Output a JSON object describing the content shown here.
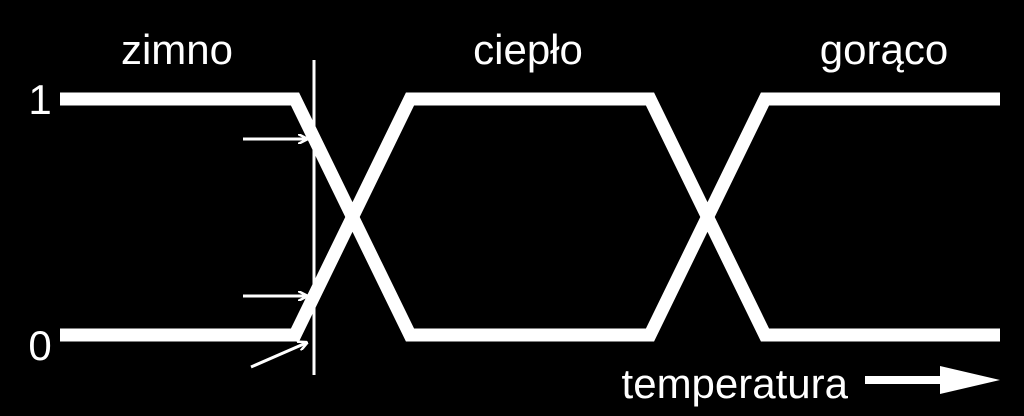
{
  "colors": {
    "background": "#000000",
    "foreground": "#ffffff"
  },
  "chart_data": {
    "type": "line",
    "xlabel": "temperatura",
    "y_ticks": [
      "1",
      "0"
    ],
    "series": [
      {
        "name": "zimno"
      },
      {
        "name": "ciepło"
      },
      {
        "name": "gorąco"
      }
    ]
  }
}
